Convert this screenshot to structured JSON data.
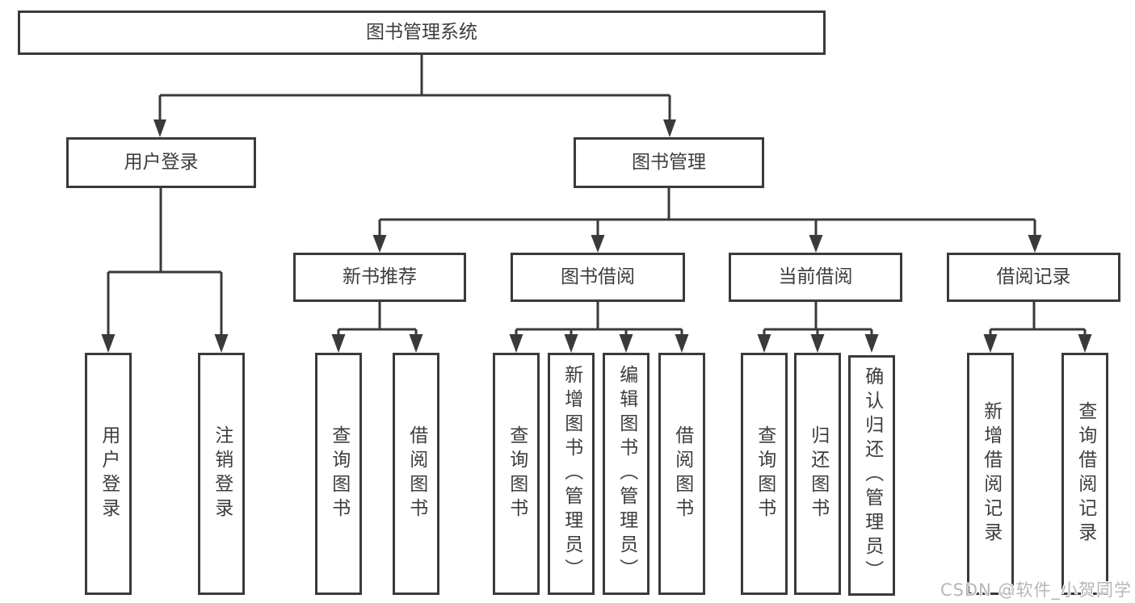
{
  "watermark": "CSDN @软件_小贺同学",
  "colors": {
    "line": "#3a3a3a",
    "text": "#3d3d3d",
    "background": "#ffffff",
    "watermark": "#b6b6b6"
  },
  "diagram": {
    "root": {
      "label": "图书管理系统"
    },
    "branches": [
      {
        "label": "用户登录",
        "children": [
          {
            "label": "用户登录"
          },
          {
            "label": "注销登录"
          }
        ]
      },
      {
        "label": "图书管理",
        "children": [
          {
            "label": "新书推荐",
            "children": [
              {
                "label": "查询图书"
              },
              {
                "label": "借阅图书"
              }
            ]
          },
          {
            "label": "图书借阅",
            "children": [
              {
                "label": "查询图书"
              },
              {
                "label": "新增图书（管理员）"
              },
              {
                "label": "编辑图书（管理员）"
              },
              {
                "label": "借阅图书"
              }
            ]
          },
          {
            "label": "当前借阅",
            "children": [
              {
                "label": "查询图书"
              },
              {
                "label": "归还图书"
              },
              {
                "label": "确认归还（管理员）"
              }
            ]
          },
          {
            "label": "借阅记录",
            "children": [
              {
                "label": "新增借阅记录"
              },
              {
                "label": "查询借阅记录"
              }
            ]
          }
        ]
      }
    ]
  }
}
